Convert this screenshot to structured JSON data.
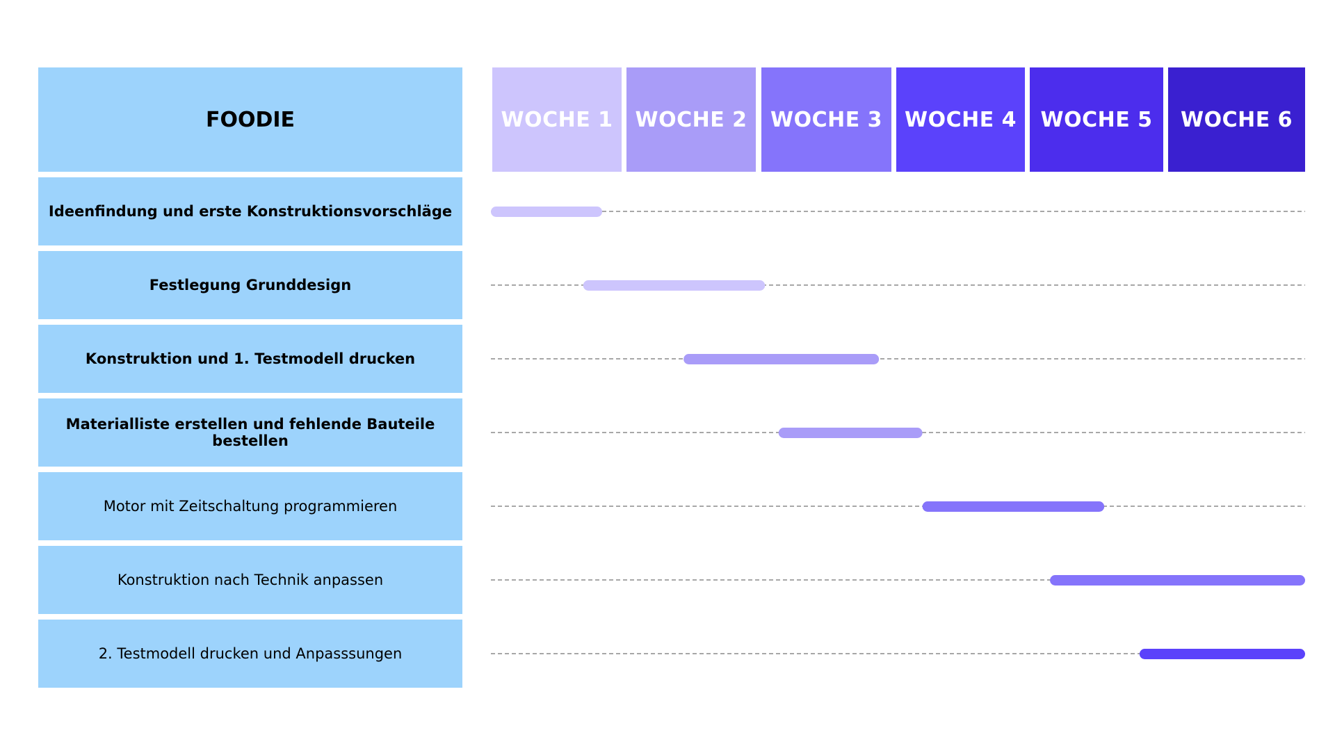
{
  "chart_data": {
    "type": "gantt",
    "project_label": "FOODIE",
    "header_color": "#9dd3fc",
    "weeks": [
      {
        "label": "WOCHE 1",
        "color": "#cdc5fd"
      },
      {
        "label": "WOCHE 2",
        "color": "#a99cf8"
      },
      {
        "label": "WOCHE 3",
        "color": "#8574fb"
      },
      {
        "label": "WOCHE 4",
        "color": "#5b42fb"
      },
      {
        "label": "WOCHE 5",
        "color": "#4c2ded"
      },
      {
        "label": "WOCHE 6",
        "color": "#3a20d0"
      }
    ],
    "tasks": [
      {
        "name": "Ideenfindung und erste Konstruktionsvorschläge",
        "start": 0.0,
        "end": 0.82,
        "color": "#cdc5fd",
        "bold": true
      },
      {
        "name": "Festlegung Grunddesign",
        "start": 0.68,
        "end": 2.02,
        "color": "#cdc5fd",
        "bold": true
      },
      {
        "name": "Konstruktion und 1. Testmodell drucken",
        "start": 1.42,
        "end": 2.86,
        "color": "#a99cf8",
        "bold": true
      },
      {
        "name": "Materialliste erstellen und fehlende Bauteile bestellen",
        "start": 2.12,
        "end": 3.18,
        "color": "#a99cf8",
        "bold": true
      },
      {
        "name": "Motor mit Zeitschaltung programmieren",
        "start": 3.18,
        "end": 4.52,
        "color": "#8574fb",
        "bold": false
      },
      {
        "name": "Konstruktion nach Technik anpassen",
        "start": 4.12,
        "end": 6.0,
        "color": "#8574fb",
        "bold": false
      },
      {
        "name": "2. Testmodell drucken und Anpasssungen",
        "start": 4.78,
        "end": 6.0,
        "color": "#5b42fb",
        "bold": false
      }
    ]
  }
}
